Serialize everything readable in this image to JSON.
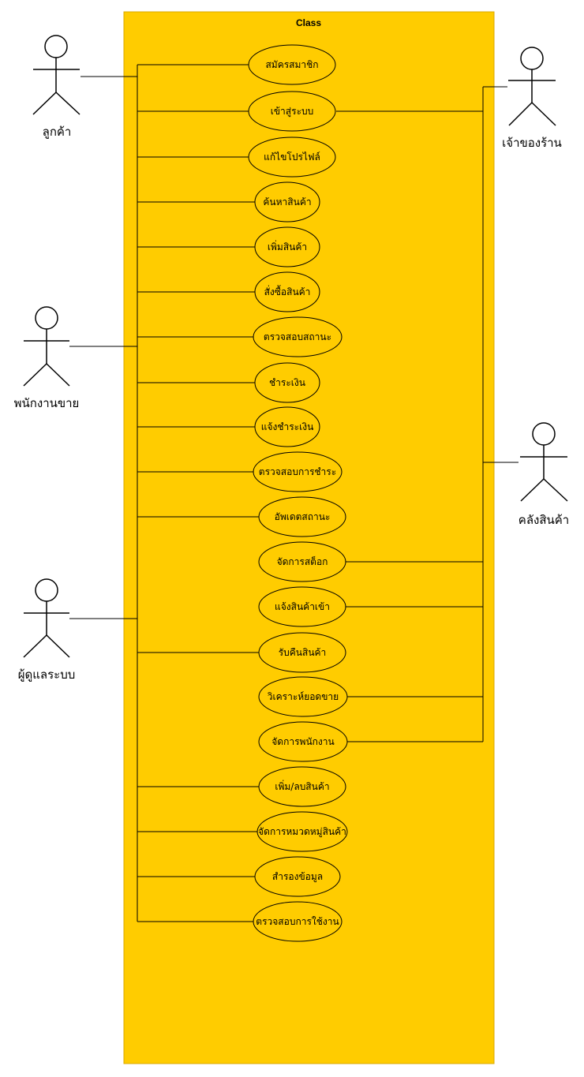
{
  "boundary": {
    "title": "Class",
    "fill": "#ffcc00",
    "stroke": "#d9a800"
  },
  "actors": [
    {
      "id": "customer",
      "label": "ลูกค้า"
    },
    {
      "id": "owner",
      "label": "เจ้าของร้าน"
    },
    {
      "id": "sales",
      "label": "พนักงานขาย"
    },
    {
      "id": "warehouse",
      "label": "คลังสินค้า"
    },
    {
      "id": "admin",
      "label": "ผู้ดูแลระบบ"
    }
  ],
  "use_cases": [
    {
      "label": "สมัครสมาชิก"
    },
    {
      "label": "เข้าสู่ระบบ"
    },
    {
      "label": "แก้ไขโปรไฟล์"
    },
    {
      "label": "ค้นหาสินค้า"
    },
    {
      "label": "เพิ่มสินค้า"
    },
    {
      "label": "สั่งซื้อสินค้า"
    },
    {
      "label": "ตรวจสอบสถานะ"
    },
    {
      "label": "ชำระเงิน"
    },
    {
      "label": "แจ้งชำระเงิน"
    },
    {
      "label": "ตรวจสอบการชำระ"
    },
    {
      "label": "อัพเดตสถานะ"
    },
    {
      "label": "จัดการสต็อก"
    },
    {
      "label": "แจ้งสินค้าเข้า"
    },
    {
      "label": "รับคืนสินค้า"
    },
    {
      "label": "วิเคราะห์ยอดขาย"
    },
    {
      "label": "จัดการพนักงาน"
    },
    {
      "label": "เพิ่ม/ลบสินค้า"
    },
    {
      "label": "จัดการหมวดหมู่สินค้า"
    },
    {
      "label": "สำรองข้อมูล"
    },
    {
      "label": "ตรวจสอบการใช้งาน"
    }
  ]
}
